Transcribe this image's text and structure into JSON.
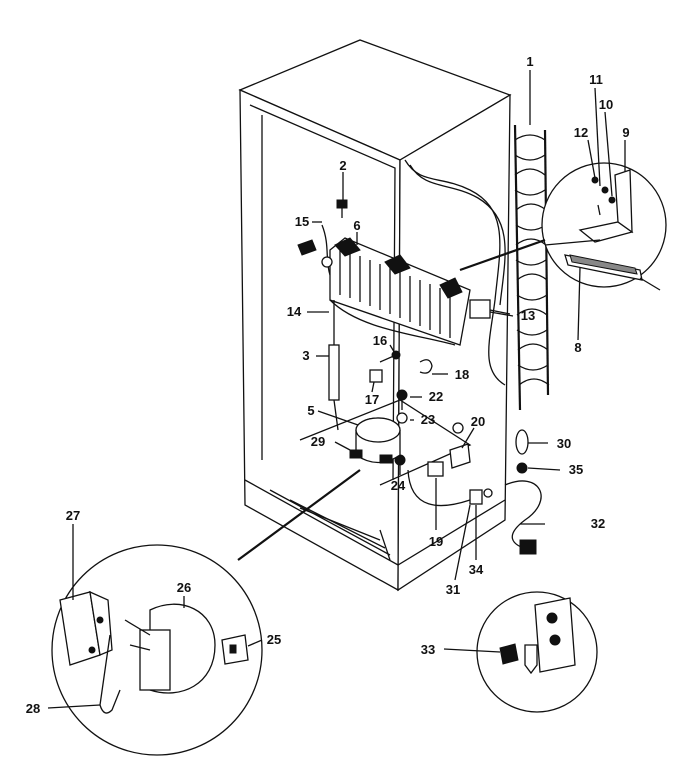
{
  "labels": {
    "l1": "1",
    "l2": "2",
    "l3": "3",
    "l5": "5",
    "l6": "6",
    "l8": "8",
    "l9": "9",
    "l10": "10",
    "l11": "11",
    "l12": "12",
    "l13": "13",
    "l14": "14",
    "l15": "15",
    "l16": "16",
    "l17": "17",
    "l18": "18",
    "l19": "19",
    "l20": "20",
    "l22": "22",
    "l23": "23",
    "l24": "24",
    "l25": "25",
    "l26": "26",
    "l27": "27",
    "l28": "28",
    "l29": "29",
    "l30": "30",
    "l31": "31",
    "l32": "32",
    "l33": "33",
    "l34": "34",
    "l35": "35"
  }
}
